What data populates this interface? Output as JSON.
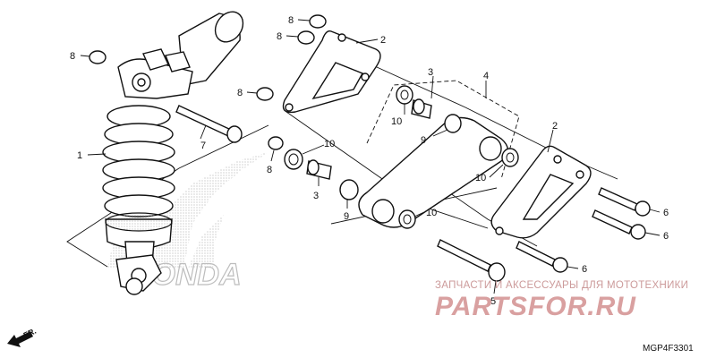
{
  "callouts": {
    "n1": "1",
    "n2a": "2",
    "n2b": "2",
    "n3a": "3",
    "n3b": "3",
    "n4": "4",
    "n5": "5",
    "n6a": "6",
    "n6b": "6",
    "n6c": "6",
    "n7": "7",
    "n8a": "8",
    "n8b": "8",
    "n8c": "8",
    "n8d": "8",
    "n8e": "8",
    "n9a": "9",
    "n9b": "9",
    "n10a": "10",
    "n10b": "10",
    "n10c": "10",
    "n10d": "10"
  },
  "watermark": {
    "subtitle": "ЗАПЧАСТИ И АКСЕССУАРЫ ДЛЯ МОТОТЕХНИКИ",
    "brand": "PARTSFOR.RU"
  },
  "background_logo": "HONDA",
  "direction_label": "FR.",
  "diagram_code": "MGP4F3301",
  "colors": {
    "ink": "#111111",
    "watermark": "#d9a0a0",
    "logo": "#bdbdbd"
  }
}
